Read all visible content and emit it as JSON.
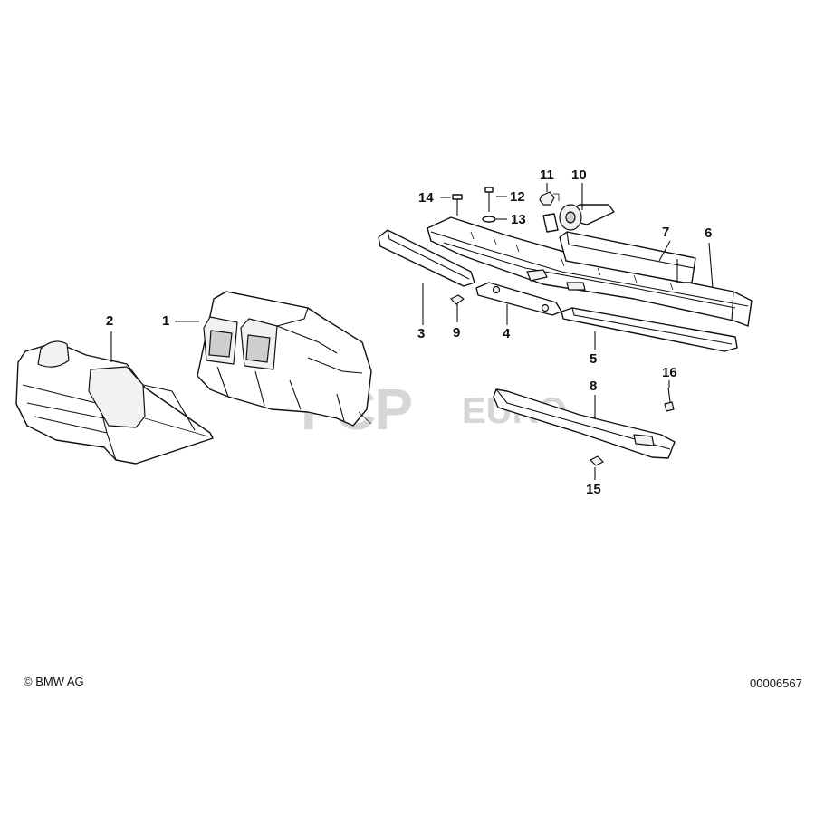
{
  "callouts": {
    "c1": "1",
    "c2": "2",
    "c3": "3",
    "c4": "4",
    "c5": "5",
    "c6": "6",
    "c7": "7",
    "c8": "8",
    "c9": "9",
    "c10": "10",
    "c11": "11",
    "c12": "12",
    "c13": "13",
    "c14": "14",
    "c15": "15",
    "c16": "16"
  },
  "footer": {
    "copyright": "© BMW AG",
    "diagram_number": "00006567"
  },
  "watermark": {
    "brand": "FCP",
    "suffix": "EURO"
  }
}
